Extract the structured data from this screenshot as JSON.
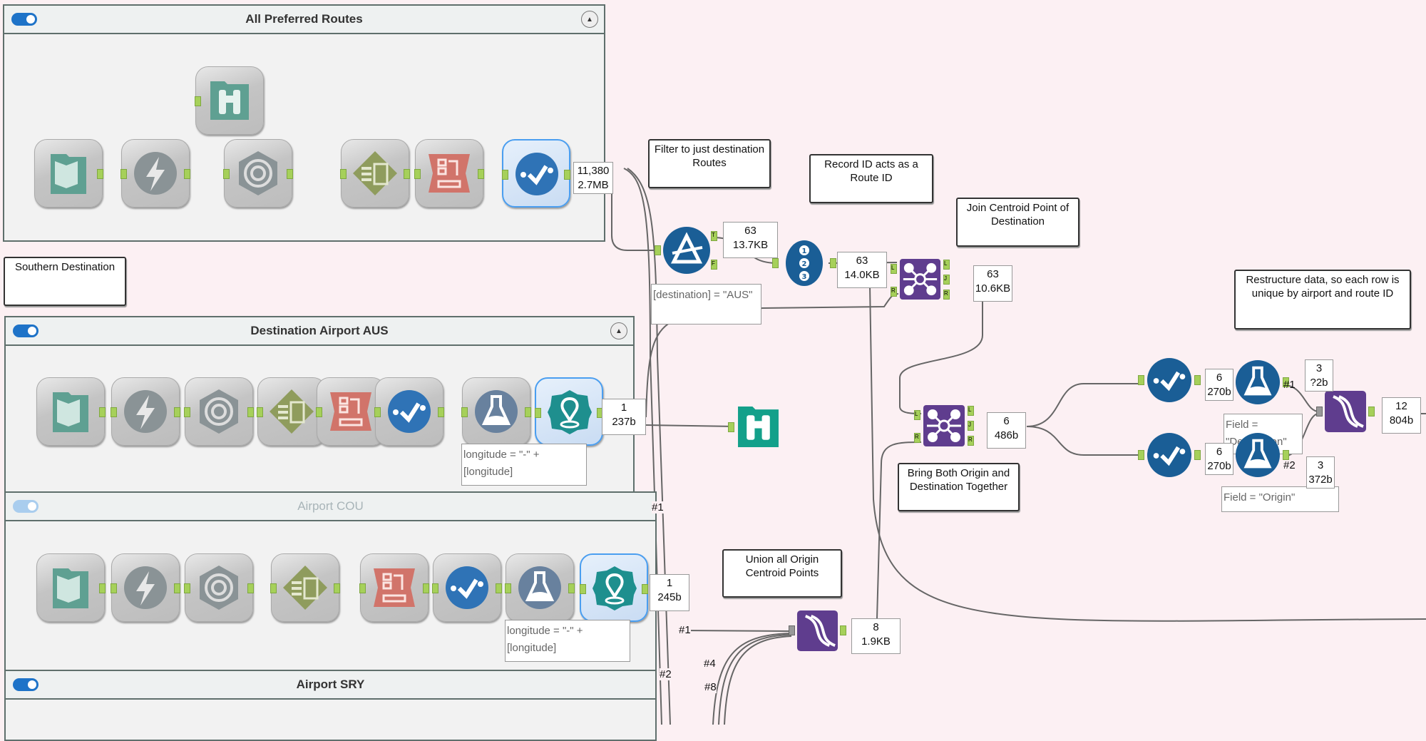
{
  "canvas": {
    "background": "#fcf0f3"
  },
  "containers": [
    {
      "title": "All Preferred Routes",
      "enabled": true,
      "collapse_icon": "collapse-up-icon",
      "tools": [
        "input-data",
        "dynamic-bolt",
        "unique-swirl",
        "table-hex",
        "transform-red",
        "select-check"
      ]
    },
    {
      "title": "Destination Airport AUS",
      "enabled": true,
      "collapse_icon": "collapse-up-icon",
      "tools": [
        "input-data",
        "dynamic-bolt",
        "unique-swirl",
        "table-hex",
        "transform-red",
        "select-check",
        "formula-flask",
        "map-pin"
      ]
    },
    {
      "title": "Airport COU",
      "enabled": false,
      "tools": [
        "input-data",
        "dynamic-bolt",
        "unique-swirl",
        "table-hex",
        "transform-red",
        "select-check",
        "formula-flask",
        "map-pin"
      ]
    },
    {
      "title": "Airport SRY",
      "enabled": true
    }
  ],
  "comments": {
    "southern": "Southern Destination",
    "filter": "Filter to just destination Routes",
    "record_id": "Record ID acts as a Route ID",
    "join_centroid": "Join Centroid Point of Destination",
    "bring_both": "Bring Both Origin and Destination Together",
    "union_origin": "Union all Origin Centroid Points",
    "restructure": "Restructure data, so each row is unique by airport and route ID"
  },
  "annotations": {
    "filter_expr": "[destination] = \"AUS\"",
    "aus_formula": "longitude = \"-\" + [longitude]",
    "cou_formula": "longitude = \"-\" + [longitude]",
    "field_destination": "Field = \"Destination\"",
    "field_origin": "Field = \"Origin\""
  },
  "badges": {
    "preferred": {
      "records": "11,380",
      "size": "2.7MB"
    },
    "filter_true": {
      "records": "63",
      "size": "13.7KB"
    },
    "record_id": {
      "records": "63",
      "size": "14.0KB"
    },
    "join1": {
      "records": "63",
      "size": "10.6KB"
    },
    "aus": {
      "records": "1",
      "size": "237b"
    },
    "cou": {
      "records": "1",
      "size": "245b"
    },
    "join2": {
      "records": "6",
      "size": "486b"
    },
    "union1": {
      "records": "8",
      "size": "1.9KB"
    },
    "select_a": {
      "records": "6",
      "size": "270b"
    },
    "select_b": {
      "records": "6",
      "size": "270b"
    },
    "formula_a": {
      "records": "3",
      "size": "?2b"
    },
    "formula_b": {
      "records": "3",
      "size": "372b"
    },
    "union2": {
      "records": "12",
      "size": "804b"
    }
  },
  "wire_labels": {
    "a": "#1",
    "b": "#1",
    "c": "#2",
    "d": "#4",
    "e": "#8",
    "f": "#1",
    "g": "#2"
  },
  "port_labels": {
    "true": "T",
    "false": "F",
    "left": "L",
    "join": "J",
    "right": "R"
  },
  "colors": {
    "tool_blue": "#1a5e96",
    "join_purple": "#5f3d8e",
    "browse_teal": "#13a08a",
    "port_green": "#a6d05a",
    "selected_border": "#4a9ef0"
  }
}
